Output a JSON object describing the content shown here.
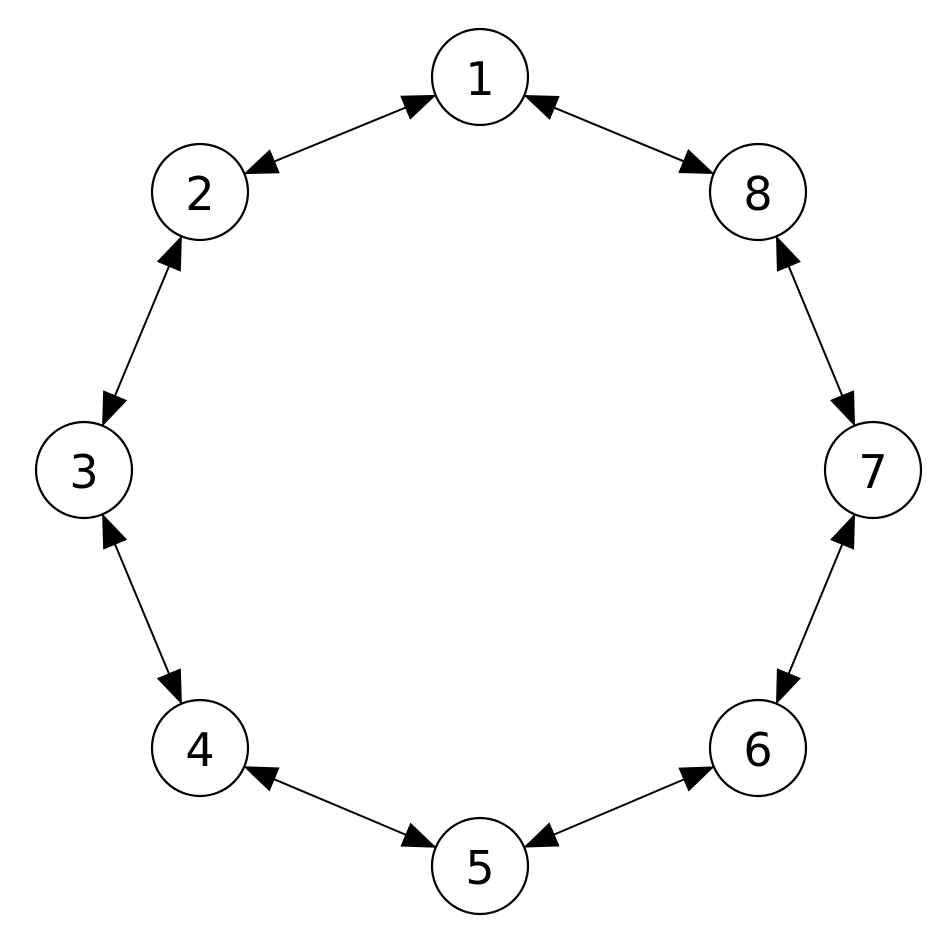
{
  "diagram": {
    "type": "ring-graph",
    "colors": {
      "stroke": "#000000",
      "node_fill": "#ffffff",
      "background": "#ffffff"
    },
    "nodes": [
      {
        "id": "1",
        "label": "1"
      },
      {
        "id": "2",
        "label": "2"
      },
      {
        "id": "3",
        "label": "3"
      },
      {
        "id": "4",
        "label": "4"
      },
      {
        "id": "5",
        "label": "5"
      },
      {
        "id": "6",
        "label": "6"
      },
      {
        "id": "7",
        "label": "7"
      },
      {
        "id": "8",
        "label": "8"
      }
    ],
    "edges": [
      {
        "from": "1",
        "to": "2",
        "direction": "both"
      },
      {
        "from": "2",
        "to": "3",
        "direction": "both"
      },
      {
        "from": "3",
        "to": "4",
        "direction": "both"
      },
      {
        "from": "4",
        "to": "5",
        "direction": "both"
      },
      {
        "from": "5",
        "to": "6",
        "direction": "both"
      },
      {
        "from": "6",
        "to": "7",
        "direction": "both"
      },
      {
        "from": "7",
        "to": "8",
        "direction": "both"
      },
      {
        "from": "8",
        "to": "1",
        "direction": "both"
      }
    ]
  }
}
